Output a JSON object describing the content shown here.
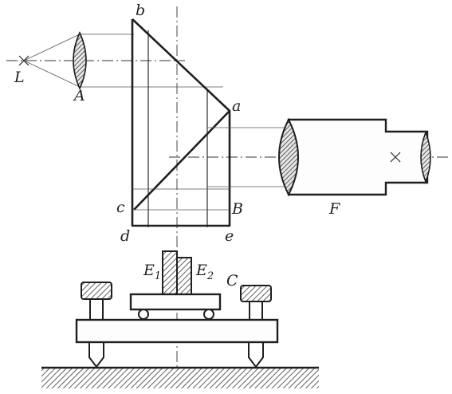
{
  "labels": {
    "source": "L",
    "lens_a": "A",
    "corner_b": "b",
    "corner_a": "a",
    "corner_c": "c",
    "corner_big_b": "B",
    "corner_d": "d",
    "corner_e": "e",
    "telescope": "F",
    "gauge_1": "E",
    "gauge_1_sub": "1",
    "gauge_2": "E",
    "gauge_2_sub": "2",
    "table": "C"
  },
  "colors": {
    "ink": "#1f1f1f",
    "hatch": "#3a3a3a",
    "background": "#ffffff"
  }
}
